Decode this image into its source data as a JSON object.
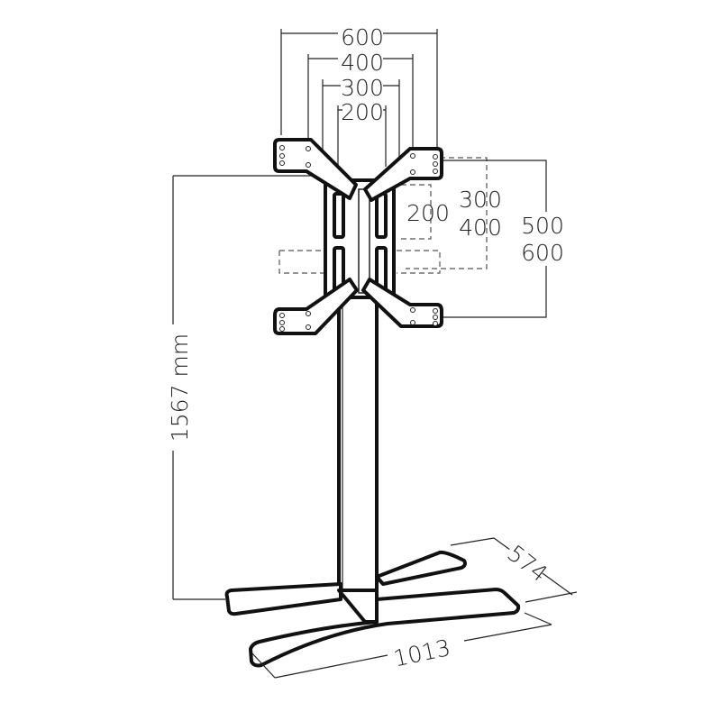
{
  "title": "TV floor stand dimension drawing",
  "dimensions": {
    "vesa_width": [
      "600",
      "400",
      "300",
      "200"
    ],
    "vesa_height_inner": "200",
    "vesa_height_mid": [
      "300",
      "400"
    ],
    "vesa_height_outer": [
      "500",
      "600"
    ],
    "total_height": "1567 mm",
    "base_depth": "574",
    "base_width": "1013"
  },
  "colors": {
    "line": "#111111",
    "background": "#ffffff"
  }
}
